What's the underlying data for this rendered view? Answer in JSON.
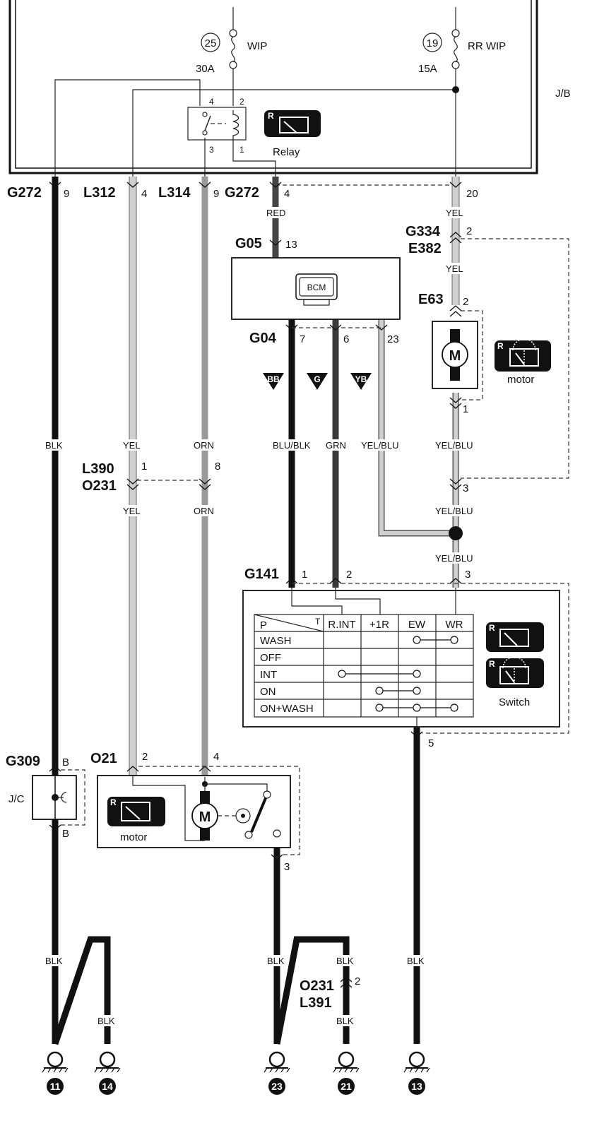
{
  "fuses": [
    {
      "num": "25",
      "name": "WIP",
      "rating": "30A"
    },
    {
      "num": "19",
      "name": "RR WIP",
      "rating": "15A"
    }
  ],
  "jb_label": "J/B",
  "relay": {
    "label": "Relay",
    "pins": [
      "4",
      "2",
      "3",
      "1"
    ]
  },
  "top_connectors": [
    {
      "id": "G272",
      "pin": "9"
    },
    {
      "id": "L312",
      "pin": "4"
    },
    {
      "id": "L314",
      "pin": "9"
    },
    {
      "id": "G272",
      "pin": "4"
    },
    {
      "pin": "20"
    }
  ],
  "wire_colors": {
    "red": "RED",
    "yel": "YEL",
    "blk": "BLK",
    "orn": "ORN",
    "blublk": "BLU/BLK",
    "grn": "GRN",
    "yelblu": "YEL/BLU"
  },
  "bcm": {
    "label": "BCM",
    "in_conn": "G05",
    "in_pin": "13",
    "out_conn": "G04",
    "pins": [
      "7",
      "6",
      "23"
    ]
  },
  "flags": [
    "BB",
    "G",
    "YB"
  ],
  "rear": {
    "conn1": "G334",
    "conn2": "E382",
    "pin": "2",
    "motor_conn": "E63",
    "motor_pin_top": "2",
    "motor_pin_bot": "1",
    "motor_label": "motor",
    "motor_letter": "M",
    "splice_pin": "3"
  },
  "mid_conn": {
    "id1": "L390",
    "id2": "O231",
    "pin1": "1",
    "pin2": "8"
  },
  "switch": {
    "conn": "G141",
    "pins": [
      "1",
      "2",
      "3"
    ],
    "bottom_pin": "5",
    "label": "Switch",
    "header": [
      "P",
      "T",
      "R.INT",
      "+1R",
      "EW",
      "WR"
    ],
    "rows": [
      "WASH",
      "OFF",
      "INT",
      "ON",
      "ON+WASH"
    ]
  },
  "jc": {
    "conn": "G309",
    "label": "J/C",
    "pin_top": "B",
    "pin_bot": "B"
  },
  "front_motor": {
    "conn": "O21",
    "pins": [
      "2",
      "4"
    ],
    "bottom_pin": "3",
    "label": "motor",
    "letter": "M"
  },
  "bottom_conn": {
    "id1": "O231",
    "id2": "L391",
    "pin": "2"
  },
  "badge_r": "R",
  "grounds": [
    "11",
    "14",
    "23",
    "21",
    "13"
  ]
}
